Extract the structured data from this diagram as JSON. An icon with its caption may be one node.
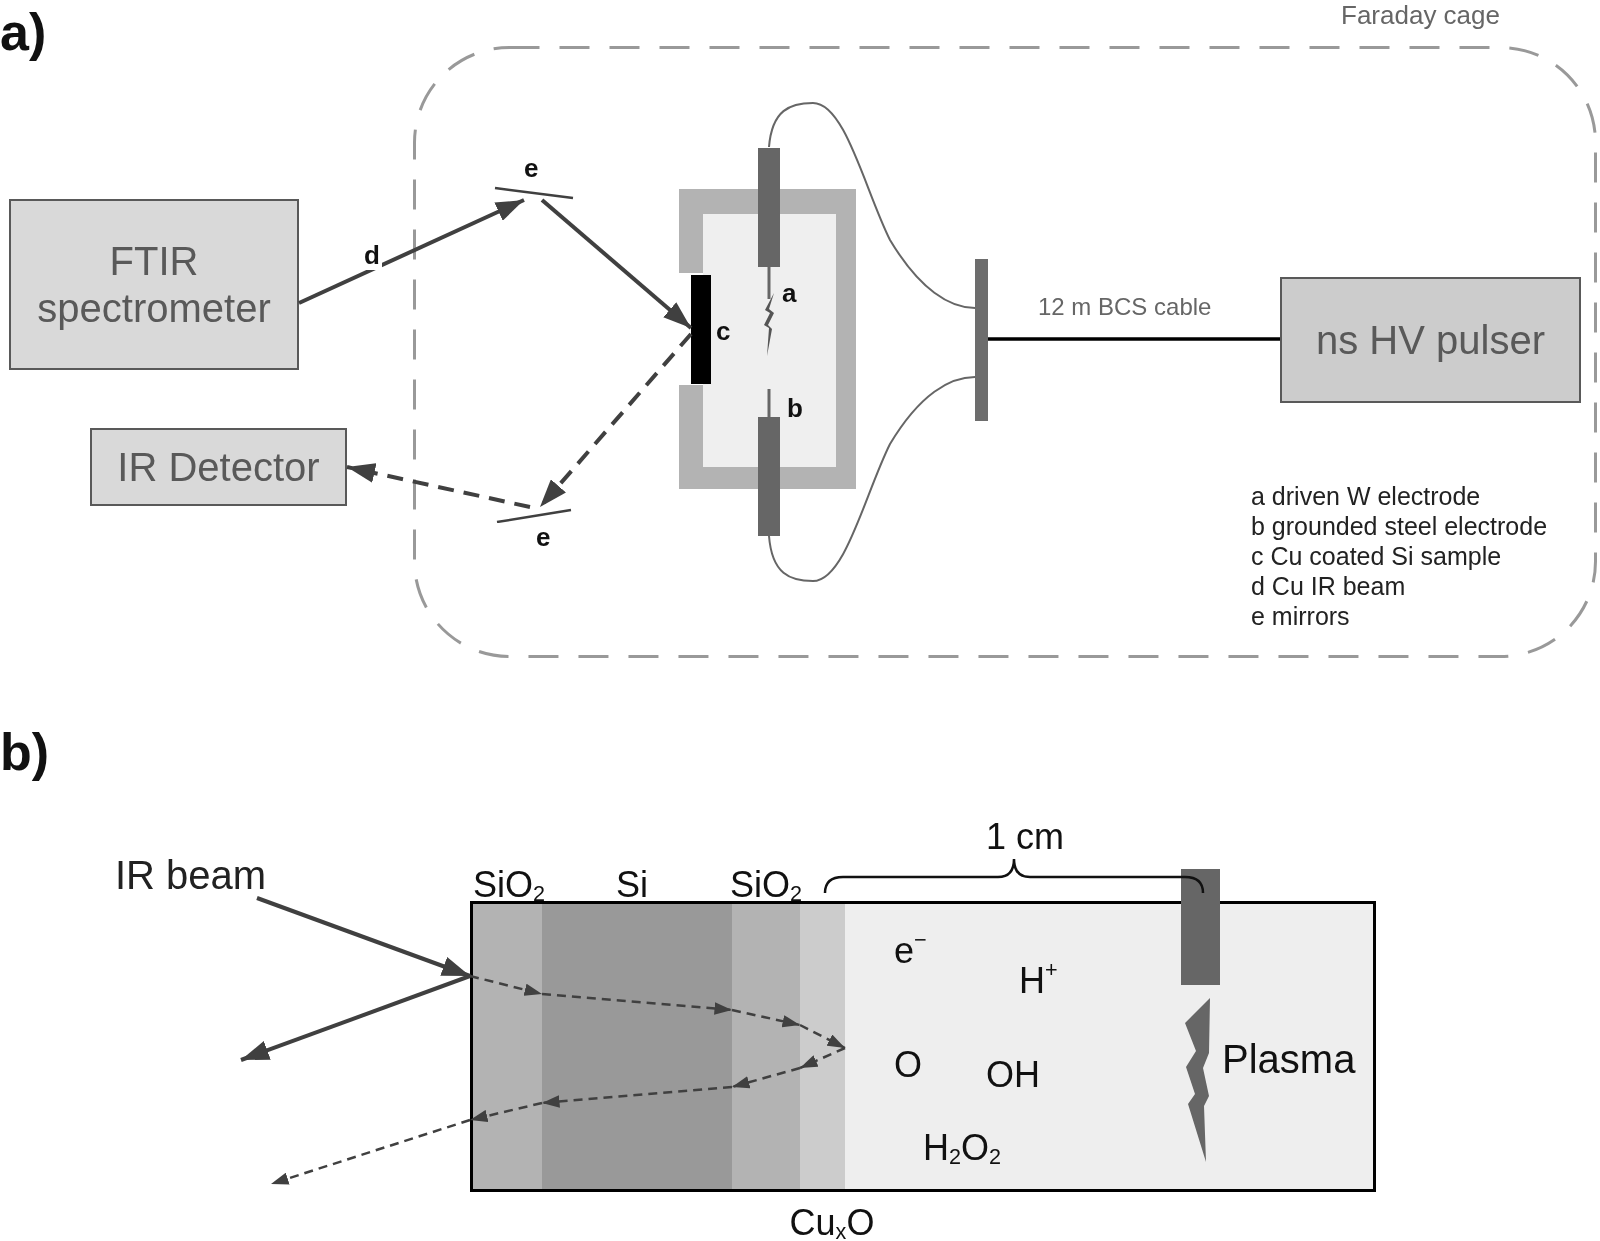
{
  "diagram": {
    "nodes": [
      {
        "text": [
          "Faraday cage"
        ]
      },
      {
        "text": [
          "FTIR spectrometer"
        ]
      },
      {
        "text": [
          "e"
        ],
        "in": 0
      },
      {
        "text": [
          "a"
        ],
        "in": 0
      },
      {
        "text": [
          "c"
        ],
        "in": 0
      },
      {
        "text": [],
        "shape": "bar",
        "in": 0
      },
      {
        "text": [
          "ns HV pulser"
        ],
        "in": 0
      },
      {
        "text": [
          "b"
        ],
        "in": 0
      },
      {
        "text": [
          "IR Detector"
        ]
      },
      {
        "text": [
          "e"
        ],
        "in": 0
      },
      {
        "text": [
          "IR beam"
        ]
      },
      {
        "text": [
          "SiO$_{2}$"
        ]
      },
      {
        "text": [
          "Si"
        ]
      },
      {
        "text": [
          "SiO$_{2}$"
        ]
      },
      {
        "text": [
          "Cu$_{x}$O"
        ]
      },
      {
        "text": [],
        "shape": "box"
      }
    ],
    "edges": [
      {
        "from": 1,
        "to": 2,
        "arrow": "to",
        "label": "d"
      },
      {
        "from": 2,
        "to": 4,
        "arrow": "to"
      },
      {
        "from": 4,
        "to": 9,
        "arrow": "to",
        "style": "dashed"
      },
      {
        "from": 9,
        "to": 8,
        "arrow": "to",
        "style": "dashed"
      },
      {
        "from": 3,
        "to": 5,
        "arrow": "none",
        "color": "#666666"
      },
      {
        "from": 7,
        "to": 5,
        "arrow": "none",
        "color": "#666666"
      },
      {
        "from": 5,
        "to": 6,
        "arrow": "none",
        "label": "12 m BCS cable",
        "color": "#000000"
      },
      {
        "from": 10,
        "to": 11,
        "arrow": "to"
      },
      {
        "from": 11,
        "to": null,
        "arrow": "to"
      },
      {
        "from": 11,
        "to": 12,
        "arrow": "to",
        "style": "dashed"
      },
      {
        "from": 12,
        "to": 13,
        "arrow": "to",
        "style": "dashed"
      },
      {
        "from": 13,
        "to": 14,
        "arrow": "to",
        "style": "dashed"
      },
      {
        "from": 14,
        "to": 15,
        "arrow": "to",
        "style": "dashed"
      },
      {
        "from": 15,
        "to": 14,
        "arrow": "to",
        "style": "dashed"
      },
      {
        "from": 14,
        "to": 13,
        "arrow": "to",
        "style": "dashed"
      },
      {
        "from": 13,
        "to": 12,
        "arrow": "to",
        "style": "dashed"
      },
      {
        "from": 12,
        "to": 11,
        "arrow": "to",
        "style": "dashed"
      },
      {
        "from": 11,
        "to": null,
        "arrow": "to",
        "style": "dashed"
      }
    ],
    "labels": [
      "a)",
      "a driven W electrode",
      "b grounded steel electrode",
      "c Cu coated Si sample",
      "d Cu IR beam",
      "e mirrors",
      "b)",
      "1 cm",
      "e$^{−}$",
      "H$^{+}$",
      "O",
      "OH",
      "H$_{2}$O$_{2}$",
      "Plasma"
    ]
  }
}
